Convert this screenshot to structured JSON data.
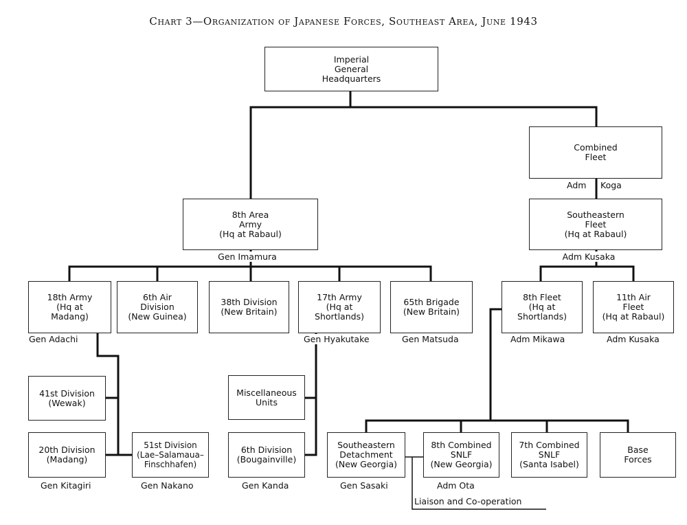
{
  "title": "Chart 3—Organization of Japanese Forces, Southeast Area, June 1943",
  "nodes": {
    "igh": "Imperial\nGeneral\nHeadquarters",
    "combined_fleet": "Combined\nFleet",
    "se_fleet": "Southeastern\nFleet\n(Hq at Rabaul)",
    "area_army_8": "8th Area\nArmy\n(Hq at Rabaul)",
    "army_18": "18th Army\n(Hq at\nMadang)",
    "air_div_6": "6th Air\nDivision\n(New Guinea)",
    "div_38": "38th Division\n(New Britain)",
    "army_17": "17th Army\n(Hq at\nShortlands)",
    "brigade_65": "65th Brigade\n(New Britain)",
    "fleet_8": "8th Fleet\n(Hq at\nShortlands)",
    "air_fleet_11": "11th Air\nFleet\n(Hq at Rabaul)",
    "div_41": "41st Division\n(Wewak)",
    "div_20": "20th Division\n(Madang)",
    "div_51": "51st Division\n(Lae–Salamaua–\nFinschhafen)",
    "misc_units": "Miscellaneous\nUnits",
    "div_6": "6th Division\n(Bougainville)",
    "se_detachment": "Southeastern\nDetachment\n(New Georgia)",
    "snlf_8": "8th Combined\nSNLF\n(New Georgia)",
    "snlf_7": "7th Combined\nSNLF\n(Santa Isabel)",
    "base_forces": "Base\nForces"
  },
  "commanders": {
    "koga_left": "Adm",
    "koga_right": "Koga",
    "kusaka_fleet": "Adm Kusaka",
    "imamura": "Gen Imamura",
    "adachi": "Gen Adachi",
    "hyakutake": "Gen Hyakutake",
    "matsuda": "Gen Matsuda",
    "mikawa": "Adm Mikawa",
    "kusaka_air": "Adm Kusaka",
    "kitagiri": "Gen Kitagiri",
    "nakano": "Gen Nakano",
    "kanda": "Gen Kanda",
    "sasaki": "Gen Sasaki",
    "ota": "Adm Ota"
  },
  "legend": {
    "liaison": "Liaison and Co-operation"
  }
}
